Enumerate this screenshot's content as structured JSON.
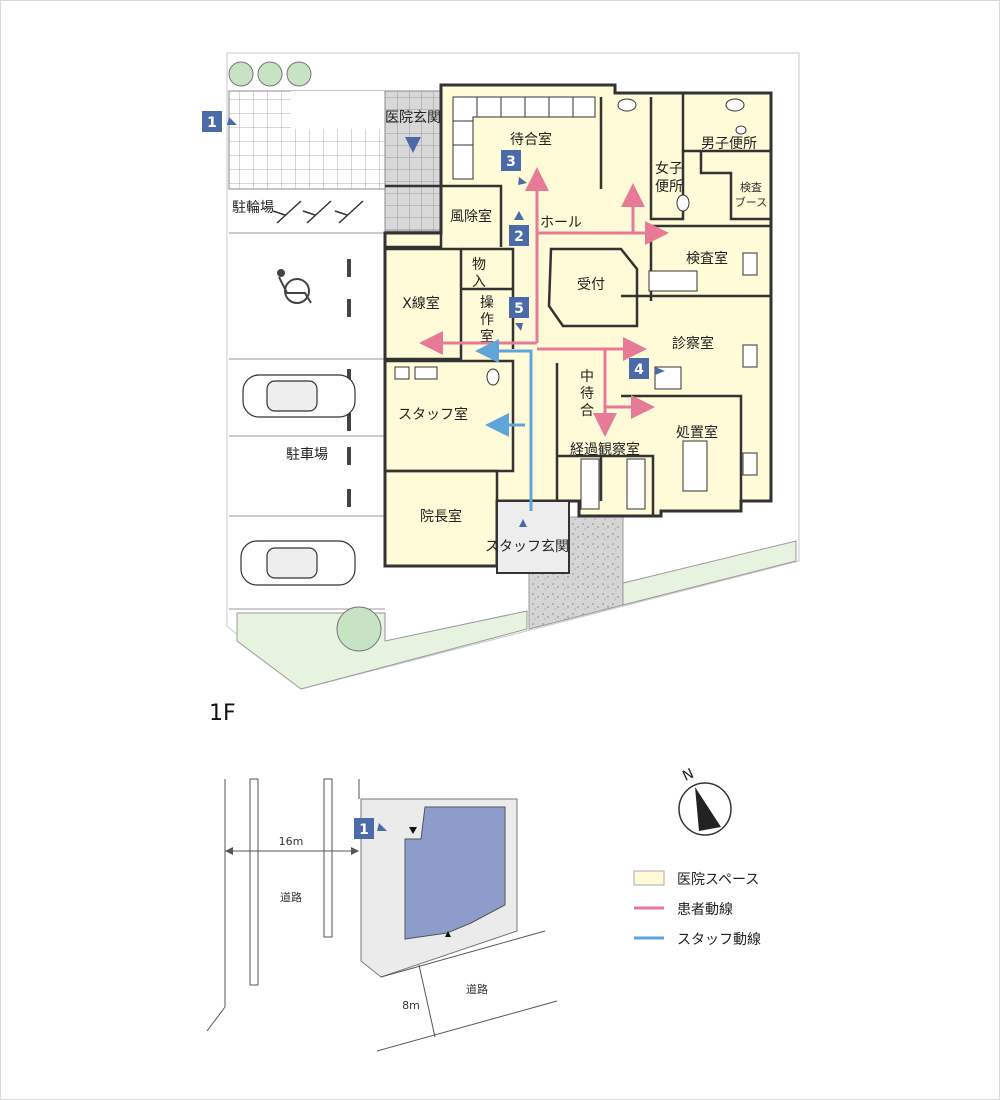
{
  "floor": "1F",
  "colors": {
    "clinic_space": "#fffbd8",
    "patient_route": "#e77b97",
    "staff_route": "#5fa5d9",
    "marker_bg": "#4a6aa8",
    "tile_green": "#e7f3e1",
    "wall": "#333333",
    "building_block": "#8e9ccc"
  },
  "rooms": {
    "entrance": "医院玄関",
    "waiting": "待合室",
    "hall": "ホール",
    "windbreak": "風除室",
    "storage": "物入",
    "xray": "X線室",
    "operation": "操作室",
    "reception": "受付",
    "inspection": "検査室",
    "consult": "診察室",
    "mid_waiting": "中待合",
    "staff_room": "スタッフ室",
    "observation": "経過観察室",
    "treatment": "処置室",
    "director": "院長室",
    "staff_entrance": "スタッフ玄関",
    "mens_toilet": "男子便所",
    "womens_toilet_1": "女子",
    "womens_toilet_2": "便所",
    "booth_1": "検査",
    "booth_2": "ブース",
    "bicycle_parking": "駐輪場",
    "car_parking": "駐車場"
  },
  "markers": [
    "1",
    "2",
    "3",
    "4",
    "5"
  ],
  "site_map": {
    "marker": "1",
    "road_width_1": "16m",
    "road_label_1": "道路",
    "road_width_2": "8m",
    "road_label_2": "道路"
  },
  "legend": [
    {
      "label": "医院スペース",
      "kind": "area"
    },
    {
      "label": "患者動線",
      "kind": "patient"
    },
    {
      "label": "スタッフ動線",
      "kind": "staff"
    }
  ],
  "compass": "N"
}
